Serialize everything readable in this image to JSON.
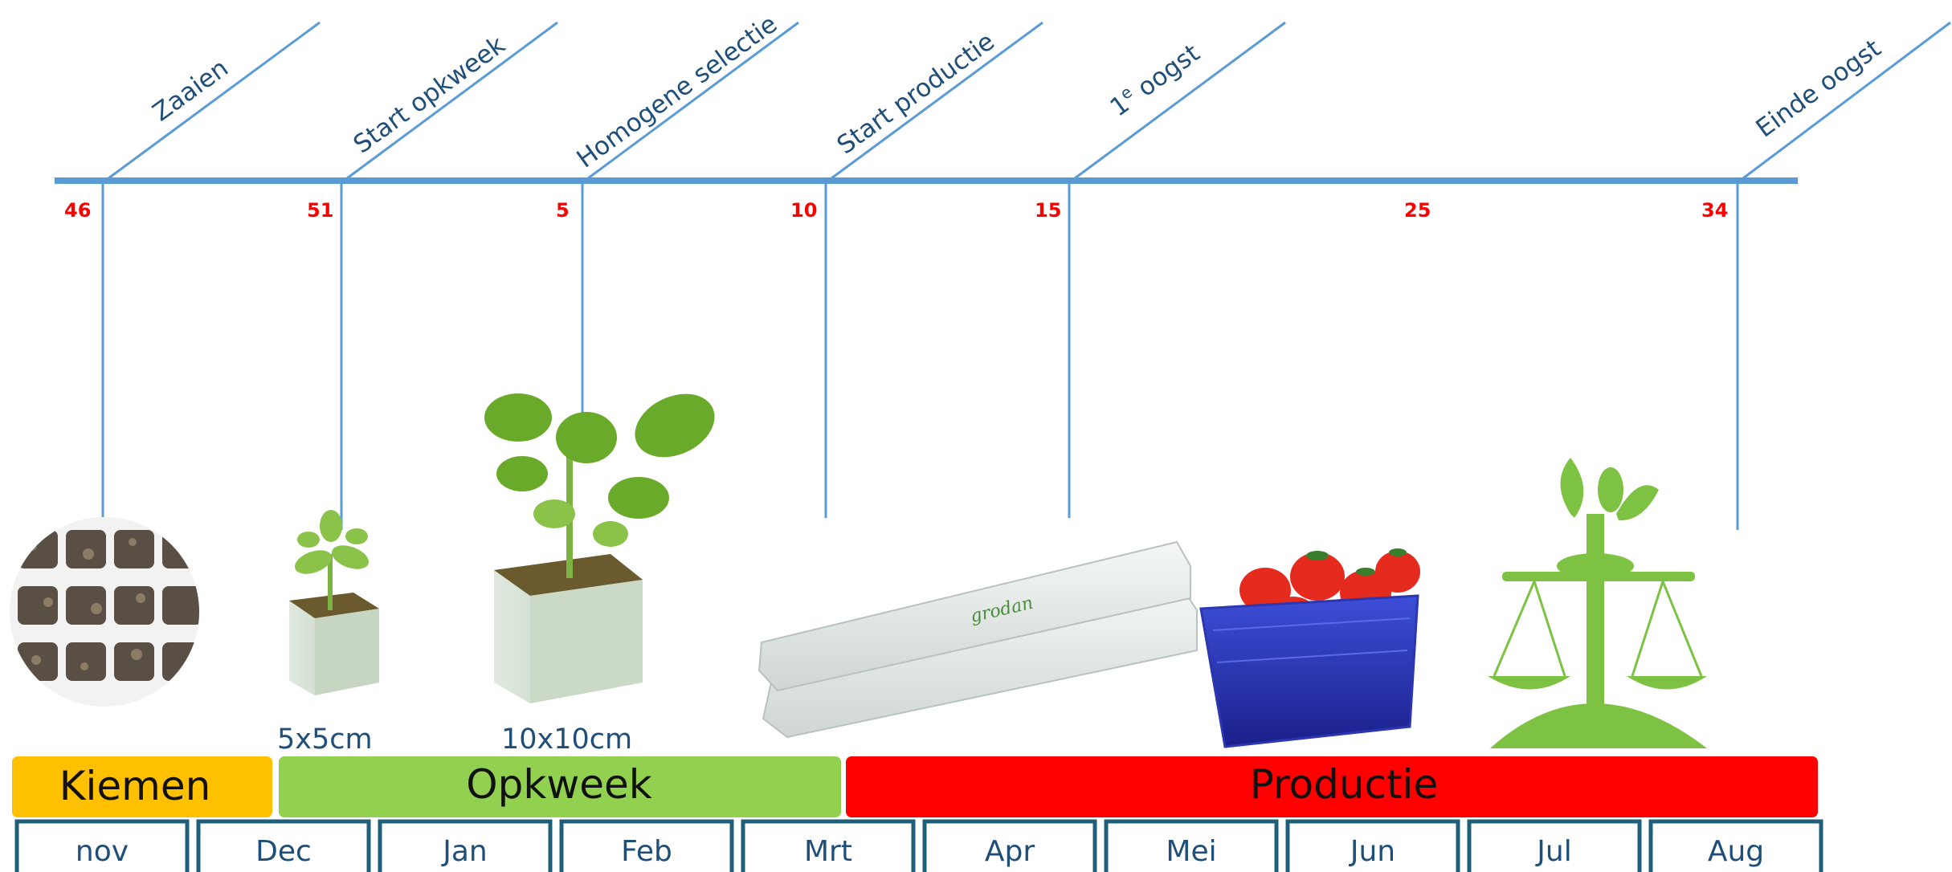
{
  "colors": {
    "timeline": "#5b9bd5",
    "text": "#1f4e79",
    "week_number": "#ff0000",
    "kiemen": "#ffc000",
    "opkweek": "#92d050",
    "productie": "#ff0000",
    "month_border": "#1f5f7a"
  },
  "milestones": [
    {
      "label": "Zaaien",
      "week": "46"
    },
    {
      "label": "Start opkweek",
      "week": "51"
    },
    {
      "label": "Homogene selectie",
      "week": "5"
    },
    {
      "label": "Start productie",
      "week": "10"
    },
    {
      "label": "1e oogst",
      "week": "15"
    },
    {
      "label": "Einde oogst",
      "week": "34"
    }
  ],
  "extra_week": "25",
  "sizes": [
    "5x5cm",
    "10x10cm"
  ],
  "phases": [
    {
      "name": "Kiemen"
    },
    {
      "name": "Opkweek"
    },
    {
      "name": "Productie"
    }
  ],
  "months": [
    "nov",
    "Dec",
    "Jan",
    "Feb",
    "Mrt",
    "Apr",
    "Mei",
    "Jun",
    "Jul",
    "Aug"
  ],
  "illustrations": [
    "seedling-tray-image",
    "small-plant-cube-icon",
    "large-plant-cube-icon",
    "grodan-slab-image",
    "strawberry-punnet-icon",
    "balance-scale-icon"
  ],
  "slab_brand": "grodan"
}
